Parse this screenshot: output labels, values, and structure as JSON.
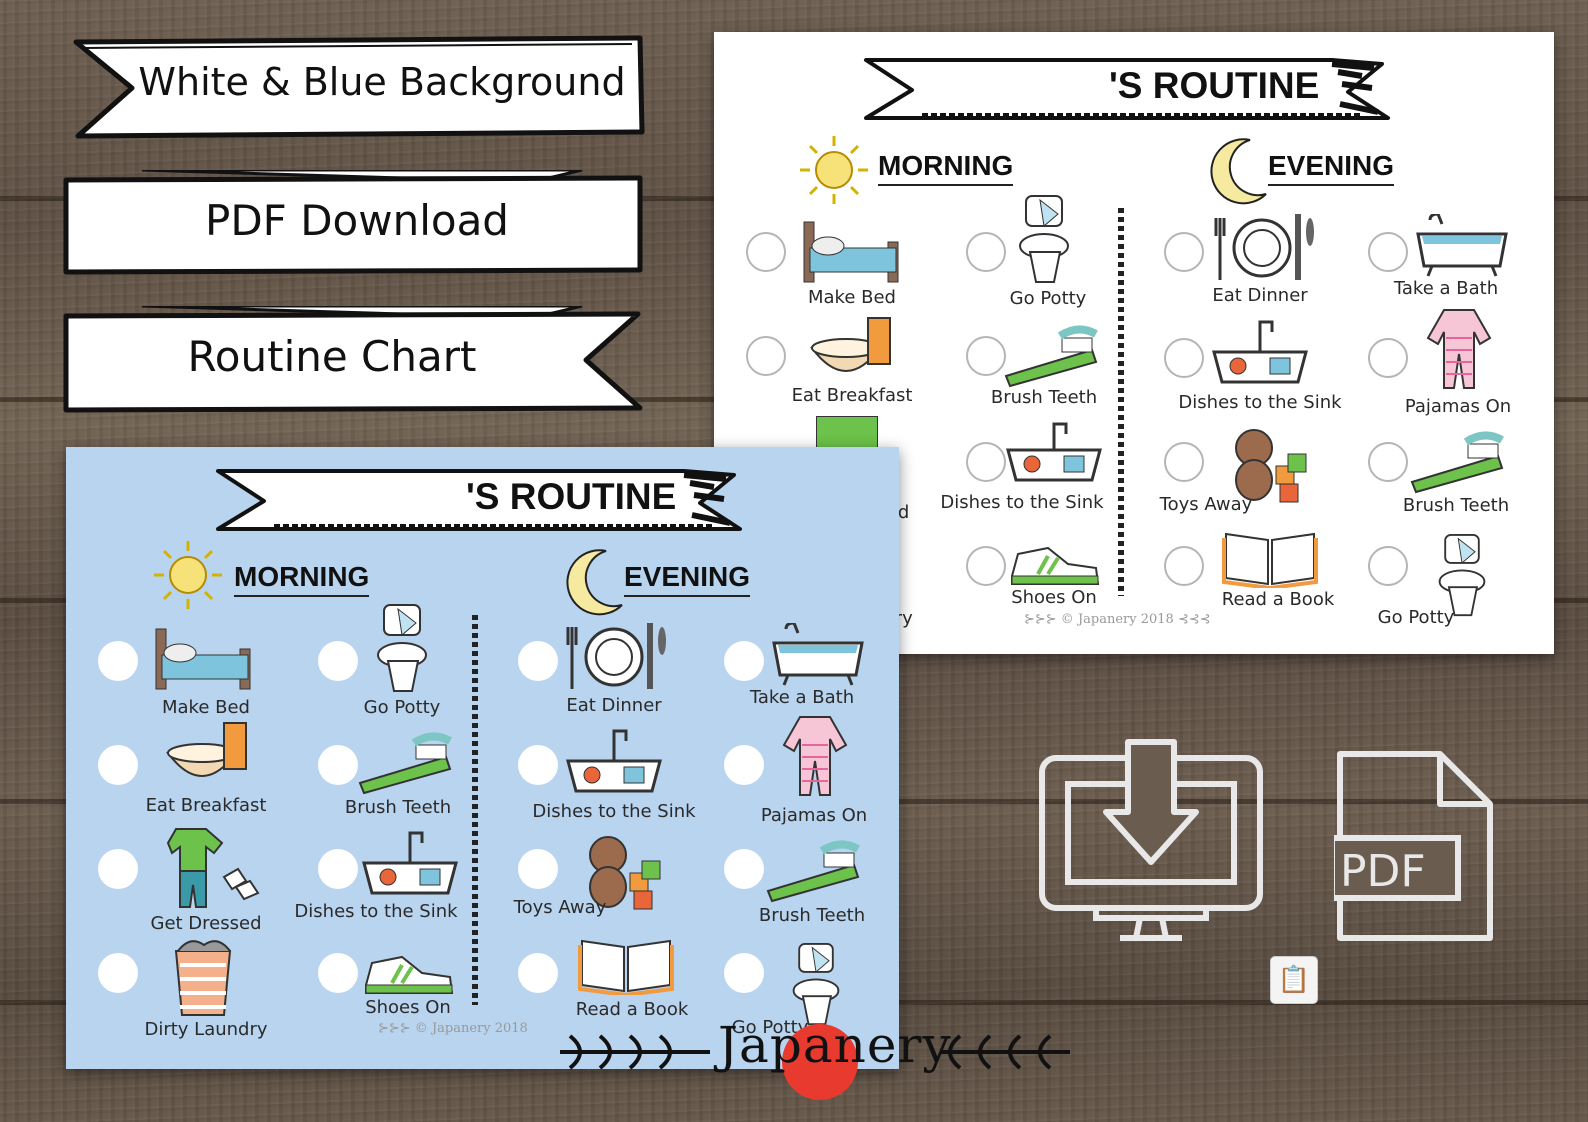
{
  "banners": [
    {
      "label": "White & Blue Background"
    },
    {
      "label": "PDF Download"
    },
    {
      "label": "Routine Chart"
    }
  ],
  "white_chart": {
    "title": "'S ROUTINE",
    "morning_title": "MORNING",
    "evening_title": "EVENING",
    "morning_items": [
      "Make Bed",
      "Go Potty",
      "Eat Breakfast",
      "Brush Teeth",
      "Dishes to the Sink",
      "Shoes On"
    ],
    "morning_partial": [
      "ed",
      "dry"
    ],
    "evening_items": [
      "Eat Dinner",
      "Take a Bath",
      "Dishes to the Sink",
      "Pajamas On",
      "Toys Away",
      "Brush Teeth",
      "Read a Book",
      "Go Potty"
    ],
    "copyright": "⊱⊱⊱ © Japanery 2018 ⊰⊰⊰"
  },
  "blue_chart": {
    "title": "'S ROUTINE",
    "morning_title": "MORNING",
    "evening_title": "EVENING",
    "morning_items": [
      "Make Bed",
      "Go Potty",
      "Eat Breakfast",
      "Brush Teeth",
      "Get Dressed",
      "Dishes to the Sink",
      "Dirty Laundry",
      "Shoes On"
    ],
    "evening_items": [
      "Eat Dinner",
      "Take a Bath",
      "Dishes to the Sink",
      "Pajamas On",
      "Toys Away",
      "Brush Teeth",
      "Read a Book",
      "Go Potty"
    ],
    "copyright": "⊱⊱⊱ © Japanery 2018"
  },
  "icons": {
    "download": "monitor-download-icon",
    "pdf": "pdf-file-icon",
    "pdf_label": "PDF",
    "clipboard": "clipboard-icon"
  },
  "brand": {
    "name": "Japanery"
  },
  "colors": {
    "blue_card": "#b9d4ef",
    "accent_red": "#e83a2f",
    "wood": "#6d5f51"
  }
}
